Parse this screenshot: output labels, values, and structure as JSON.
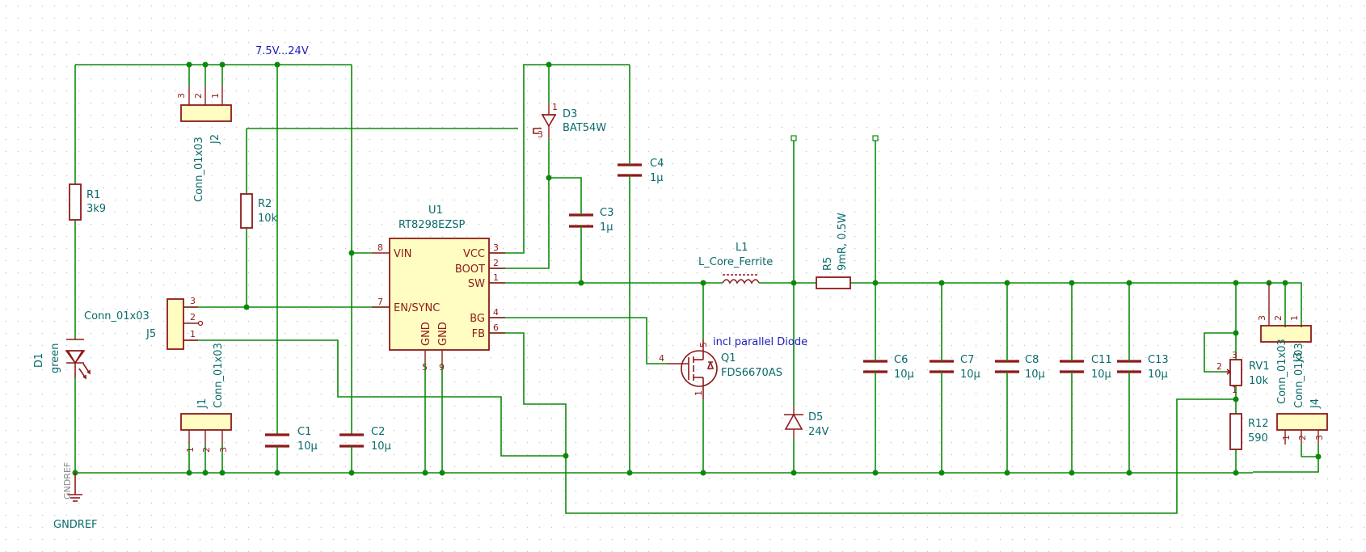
{
  "labels": {
    "net_vin": "7.5V...24V",
    "gndref_text": "GNDREF",
    "gndref_symbol_text": "GNDREF",
    "note_parallel": "incl parallel Diode"
  },
  "u1": {
    "ref": "U1",
    "value": "RT8298EZSP",
    "pins": {
      "vin": "VIN",
      "en": "EN/SYNC",
      "gnd1": "GND",
      "gnd2": "GND",
      "vcc": "VCC",
      "boot": "BOOT",
      "sw": "SW",
      "bg": "BG",
      "fb": "FB"
    },
    "pinnums": {
      "vin": "8",
      "en": "7",
      "gnd1": "5",
      "gnd2": "9",
      "vcc": "3",
      "boot": "2",
      "sw": "1",
      "bg": "4",
      "fb": "6"
    }
  },
  "components": {
    "R1": {
      "ref": "R1",
      "value": "3k9"
    },
    "R2": {
      "ref": "R2",
      "value": "10k"
    },
    "R5": {
      "ref": "R5",
      "value": "9mR, 0.5W"
    },
    "R12": {
      "ref": "R12",
      "value": "590"
    },
    "RV1": {
      "ref": "RV1",
      "value": "10k",
      "p1": "1",
      "p2": "2",
      "p3": "3"
    },
    "D1": {
      "ref": "D1",
      "value": "green"
    },
    "D3": {
      "ref": "D3",
      "value": "BAT54W",
      "p1": "1",
      "p3": "3"
    },
    "D5": {
      "ref": "D5",
      "value": "24V"
    },
    "L1": {
      "ref": "L1",
      "value": "L_Core_Ferrite"
    },
    "Q1": {
      "ref": "Q1",
      "value": "FDS6670AS",
      "gate_pin": "4",
      "drain_pin": "5",
      "source_pin": "1"
    },
    "C1": {
      "ref": "C1",
      "value": "10µ"
    },
    "C2": {
      "ref": "C2",
      "value": "10µ"
    },
    "C3": {
      "ref": "C3",
      "value": "1µ"
    },
    "C4": {
      "ref": "C4",
      "value": "1µ"
    },
    "C6": {
      "ref": "C6",
      "value": "10µ"
    },
    "C7": {
      "ref": "C7",
      "value": "10µ"
    },
    "C8": {
      "ref": "C8",
      "value": "10µ"
    },
    "C11": {
      "ref": "C11",
      "value": "10µ"
    },
    "C13": {
      "ref": "C13",
      "value": "10µ"
    },
    "J1": {
      "ref": "J1",
      "value": "Conn_01x03",
      "pins": [
        "1",
        "2",
        "3"
      ]
    },
    "J2": {
      "ref": "J2",
      "value": "Conn_01x03",
      "pins": [
        "3",
        "2",
        "1"
      ]
    },
    "J3": {
      "ref": "J3",
      "value": "Conn_01x03",
      "pins": [
        "3",
        "2",
        "1"
      ]
    },
    "J4": {
      "ref": "J4",
      "value": "Conn_01x03",
      "pins": [
        "1",
        "2",
        "3"
      ]
    },
    "J5": {
      "ref": "J5",
      "value": "Conn_01x03",
      "pins": [
        "3",
        "2",
        "1"
      ]
    }
  },
  "colors": {
    "background": "#ffffff",
    "grid_dot": "#c7c7c7",
    "wire": "#0a8a0a",
    "component": "#8e1a1a",
    "component_fill": "#fffdc2",
    "reference_text": "#0b6b6b",
    "net_label": "#1c1cb8"
  }
}
